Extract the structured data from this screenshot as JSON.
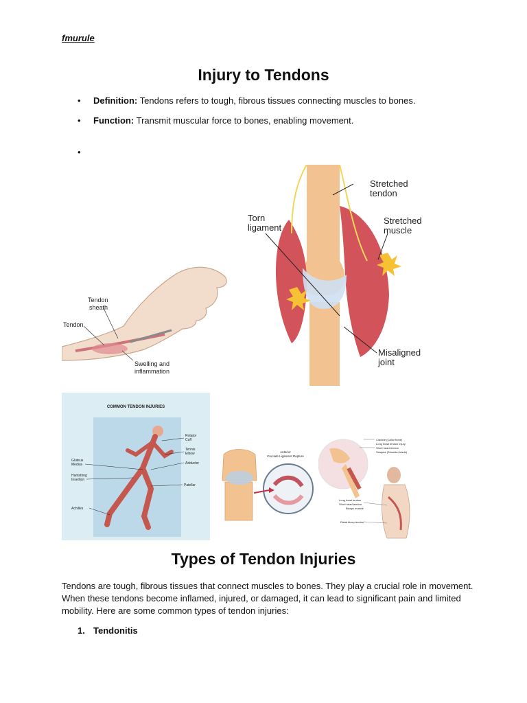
{
  "author": "fmurule",
  "title": "Injury to Tendons",
  "bullets": [
    {
      "term": "Definition:",
      "text": "Tendons refers to tough, fibrous tissues connecting muscles to bones."
    },
    {
      "term": "Function:",
      "text": "Transmit muscular force to bones, enabling movement."
    }
  ],
  "bullet_symbol": "•",
  "knee_figure": {
    "labels": {
      "stretched_tendon_1": "Stretched",
      "stretched_tendon_2": "tendon",
      "torn_ligament_1": "Torn",
      "torn_ligament_2": "ligament",
      "stretched_muscle_1": "Stretched",
      "stretched_muscle_2": "muscle",
      "misaligned_joint_1": "Misaligned",
      "misaligned_joint_2": "joint"
    }
  },
  "hand_figure": {
    "labels": {
      "tendon_sheath_1": "Tendon",
      "tendon_sheath_2": "sheath",
      "tendon": "Tendon",
      "swelling_1": "Swelling and",
      "swelling_2": "inflammation"
    }
  },
  "runner_figure": {
    "title": "COMMON TENDON INJURIES",
    "labels": {
      "rotator_1": "Rotator",
      "rotator_2": "Cuff",
      "tennis_1": "Tennis",
      "tennis_2": "Elbow",
      "adductor": "Adductor",
      "gluteus_1": "Gluteus",
      "gluteus_2": "Medius",
      "hamstring_1": "Hamstring",
      "hamstring_2": "Insertion",
      "patellar": "Patellar",
      "achilles": "Achilles"
    }
  },
  "acl_figure": {
    "label_1": "Anterior",
    "label_2": "Cruciate Ligament Rupture"
  },
  "shoulder_figure": {
    "labels": [
      "Clavicle (Collar bone)",
      "Long head tendon injury",
      "Short head tendon",
      "Scapula (Shoulder blade)",
      "Long head tendon",
      "Short head tendon",
      "Biceps muscle",
      "Distal bicep tendon"
    ]
  },
  "section_title": "Types of Tendon Injuries",
  "paragraph": [
    "Tendons are tough, fibrous tissues that connect muscles to bones. They play a crucial role in movement.",
    "When these tendons become inflamed, injured, or damaged, it can lead to significant pain and limited",
    "mobility. Here are some common types of tendon injuries:"
  ],
  "numbered": [
    {
      "n": "1.",
      "text": "Tendonitis"
    }
  ],
  "colors": {
    "bone": "#f3c89a",
    "muscle": "#d2545a",
    "nerve": "#f2d65a",
    "ligament": "#cfe0f3",
    "panel_bg": "#dceef3",
    "skin": "#f1d9c5"
  }
}
